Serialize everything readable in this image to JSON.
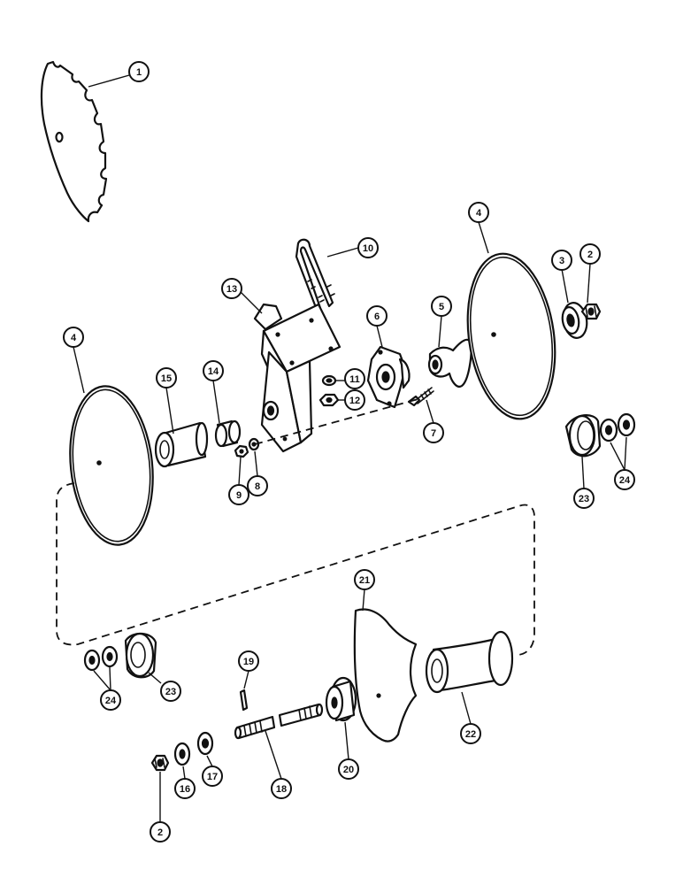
{
  "callouts": [
    {
      "id": "1",
      "label": "1"
    },
    {
      "id": "2a",
      "label": "2"
    },
    {
      "id": "3",
      "label": "3"
    },
    {
      "id": "4a",
      "label": "4"
    },
    {
      "id": "4b",
      "label": "4"
    },
    {
      "id": "5",
      "label": "5"
    },
    {
      "id": "6",
      "label": "6"
    },
    {
      "id": "7",
      "label": "7"
    },
    {
      "id": "8",
      "label": "8"
    },
    {
      "id": "9",
      "label": "9"
    },
    {
      "id": "10",
      "label": "10"
    },
    {
      "id": "11",
      "label": "11"
    },
    {
      "id": "12",
      "label": "12"
    },
    {
      "id": "13",
      "label": "13"
    },
    {
      "id": "14",
      "label": "14"
    },
    {
      "id": "15",
      "label": "15"
    },
    {
      "id": "16",
      "label": "16"
    },
    {
      "id": "17",
      "label": "17"
    },
    {
      "id": "18",
      "label": "18"
    },
    {
      "id": "19",
      "label": "19"
    },
    {
      "id": "20",
      "label": "20"
    },
    {
      "id": "21",
      "label": "21"
    },
    {
      "id": "22",
      "label": "22"
    },
    {
      "id": "23a",
      "label": "23"
    },
    {
      "id": "23b",
      "label": "23"
    },
    {
      "id": "24a",
      "label": "24"
    },
    {
      "id": "24b",
      "label": "24"
    },
    {
      "id": "2b",
      "label": "2"
    }
  ]
}
